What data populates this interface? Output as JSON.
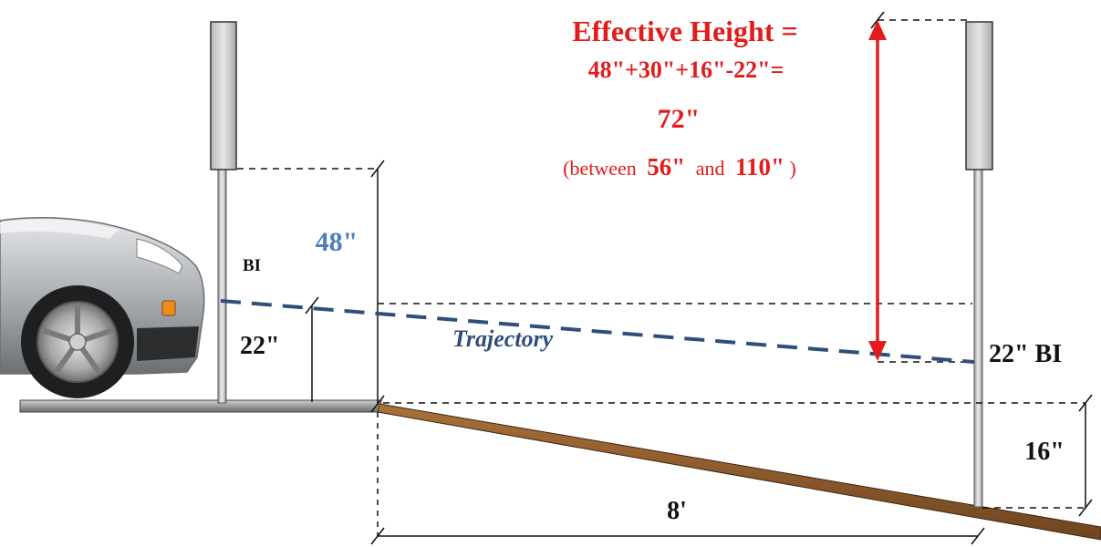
{
  "effective_height": {
    "title": "Effective Height =",
    "equation": "48\"+30\"+16\"-22\"=",
    "result": "72\"",
    "range_prefix": "(between",
    "range_low": "56\"",
    "range_mid": "and",
    "range_high": "110\"",
    "range_suffix": ")"
  },
  "labels": {
    "post_height": "48\"",
    "bi_left": "BI",
    "bumper_height": "22\"",
    "trajectory": "Trajectory",
    "bi_right": "22\" BI",
    "drop": "16\"",
    "distance": "8'"
  },
  "colors": {
    "accent_red": "#e31b1b",
    "height_blue": "#4f7ec0",
    "trajectory_blue": "#2f4f7a",
    "ramp_brown": "#8b5a2b"
  }
}
